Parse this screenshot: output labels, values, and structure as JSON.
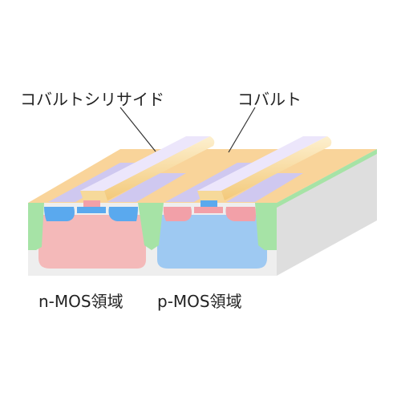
{
  "labels": {
    "cobalt_silicide": "コバルトシリサイド",
    "cobalt": "コバルト",
    "nmos_region": "n-MOS領域",
    "pmos_region": "p-MOS領域"
  },
  "colors": {
    "background": "#ffffff",
    "substrate_side": "#e0e0e0",
    "substrate_front": "#ededed",
    "cobalt_top": "#f9d49a",
    "isolation_green": "#a6e3a6",
    "nmos_well": "#f4b9b9",
    "pmos_well": "#9ec9f2",
    "source_drain_blue": "#5aa9ee",
    "source_drain_pink": "#f2a0a8",
    "silicide_lavender": "#cfc8f0",
    "gate_cream": "#fbe7b5",
    "label_text": "#222222"
  }
}
